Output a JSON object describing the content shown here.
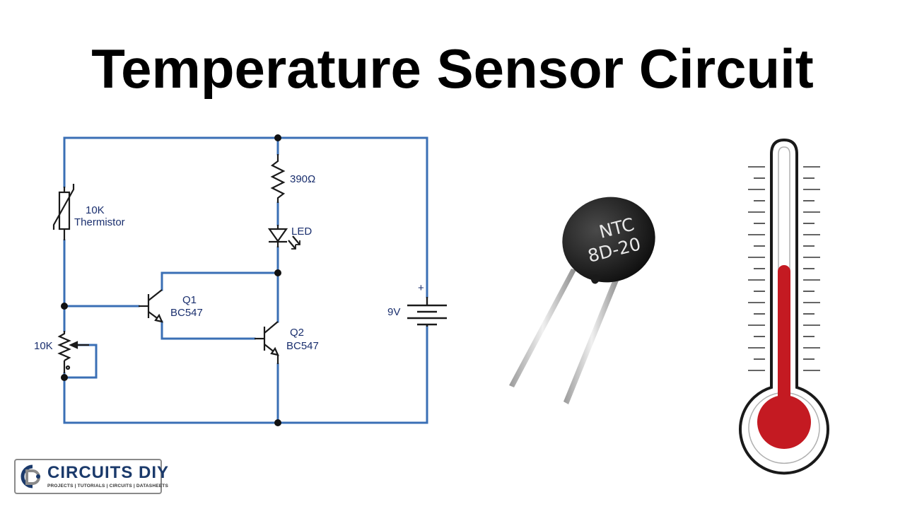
{
  "title": "Temperature Sensor Circuit",
  "circuit": {
    "thermistor_value": "10K",
    "thermistor_label": "Thermistor",
    "resistor_value": "390Ω",
    "led_label": "LED",
    "q1_label": "Q1",
    "q1_part": "BC547",
    "q2_label": "Q2",
    "q2_part": "BC547",
    "pot_value": "10K",
    "battery_voltage": "9V",
    "battery_plus": "+"
  },
  "component_photo": {
    "line1": "NTC",
    "line2": "8D-20"
  },
  "logo": {
    "name": "CIRCUITS DIY",
    "tagline": "PROJECTS | TUTORIALS | CIRCUITS | DATASHEETS"
  },
  "colors": {
    "wire": "#3a6fb5",
    "component": "#1a1a1a",
    "label": "#1a2f6e",
    "thermometer_red": "#c41a22"
  }
}
